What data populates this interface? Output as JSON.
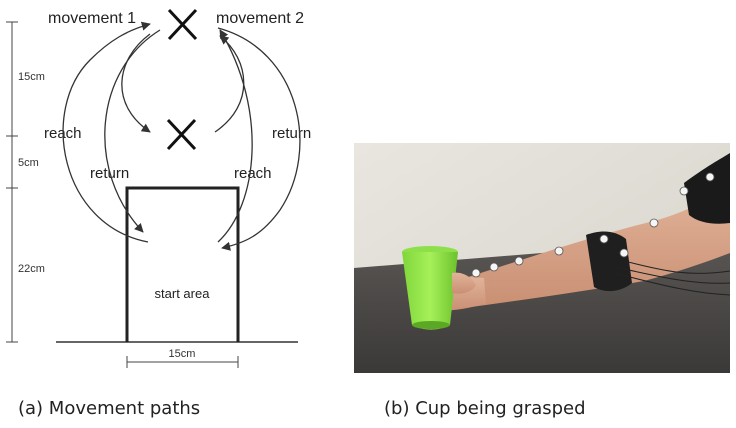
{
  "diagram": {
    "labels": {
      "movement1": "movement 1",
      "movement2": "movement 2",
      "reach_left": "reach",
      "return_right": "return",
      "return_inner": "return",
      "reach_inner": "reach",
      "start_area": "start area"
    },
    "dimensions": {
      "d15": "15cm",
      "d5": "5cm",
      "d22": "22cm",
      "width15": "15cm"
    }
  },
  "photo": {
    "subject": "cup-grasp-photo"
  },
  "captions": {
    "a": "(a) Movement paths",
    "b": "(b) Cup being grasped"
  }
}
